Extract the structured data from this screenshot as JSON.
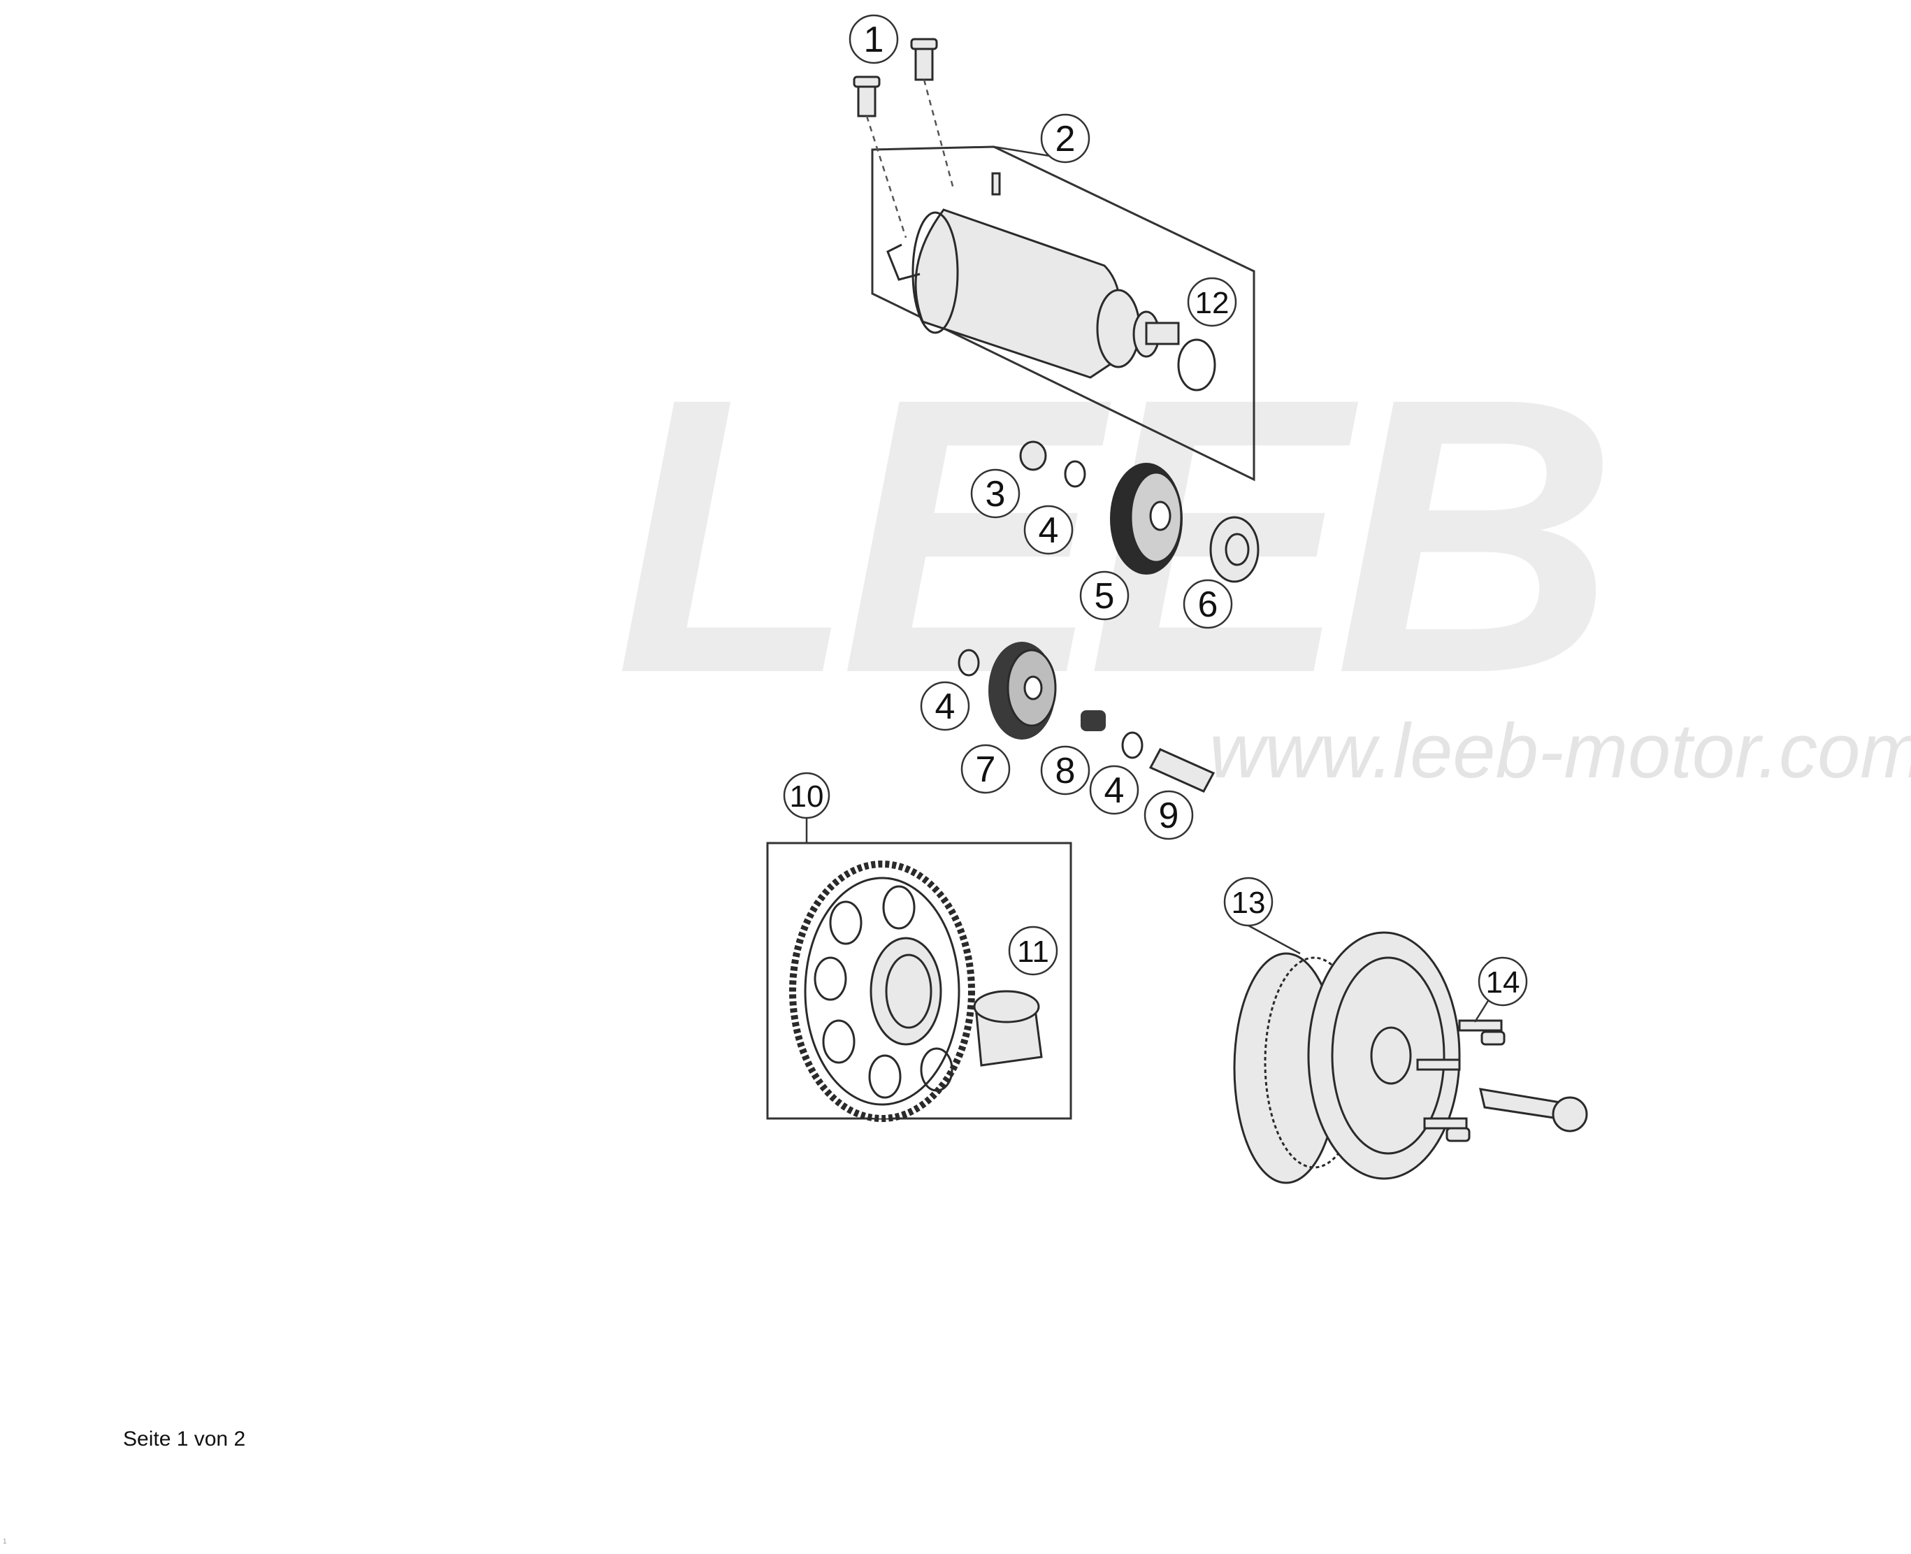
{
  "watermark": {
    "logo_text": "LEEB",
    "url_text": "www.leeb-motor.com"
  },
  "callouts": [
    "1",
    "2",
    "12",
    "3",
    "4",
    "5",
    "6",
    "4",
    "7",
    "8",
    "4",
    "9",
    "10",
    "11",
    "13",
    "14"
  ],
  "footer": {
    "page_label": "Seite 1 von 2",
    "corner_mark": "1"
  }
}
